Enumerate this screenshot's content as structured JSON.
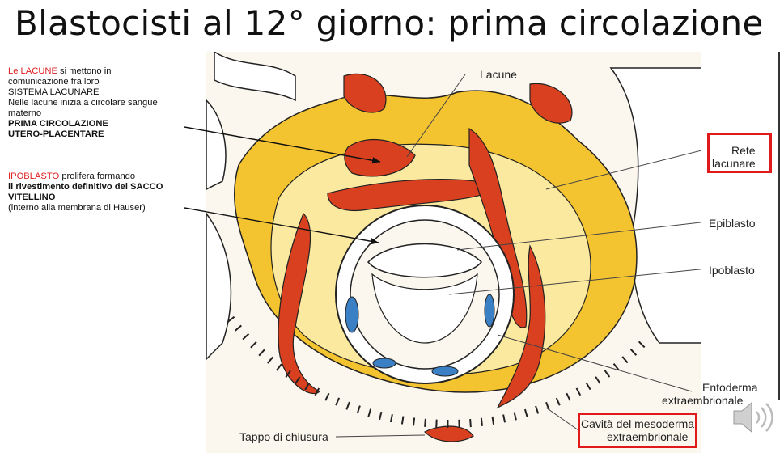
{
  "title": "Blastocisti al 12° giorno: prima circolazione",
  "notes1": {
    "lacune": "Le LACUNE",
    "l1": " si mettono in",
    "l2": "comunicazione fra loro",
    "l3": "SISTEMA LACUNARE",
    "l4": "Nelle lacune inizia a circolare sangue",
    "l5": "materno",
    "l6": "PRIMA CIRCOLAZIONE",
    "l7": "UTERO-PLACENTARE"
  },
  "notes2": {
    "ipo": "IPOBLASTO",
    "l1": " prolifera formando",
    "l2": "il rivestimento definitivo del SACCO",
    "l3": "VITELLINO",
    "l4": "(interno alla membrana di Hauser)"
  },
  "labels": {
    "lacune": "Lacune",
    "rete1": "Rete",
    "rete2": "lacunare",
    "epiblasto": "Epiblasto",
    "ipoblasto": "Ipoblasto",
    "entoderma1": "Entoderma",
    "entoderma2": "extraembrionale",
    "tappo": "Tappo di chiusura",
    "cavita1": "Cavità del mesoderma",
    "cavita2": "extraembrionale"
  },
  "colors": {
    "accent_red": "#e0191b",
    "lacune_red": "#d8401f",
    "yellow": "#f4c430",
    "blue": "#3b7fc4"
  },
  "icons": [
    "speaker-icon"
  ]
}
